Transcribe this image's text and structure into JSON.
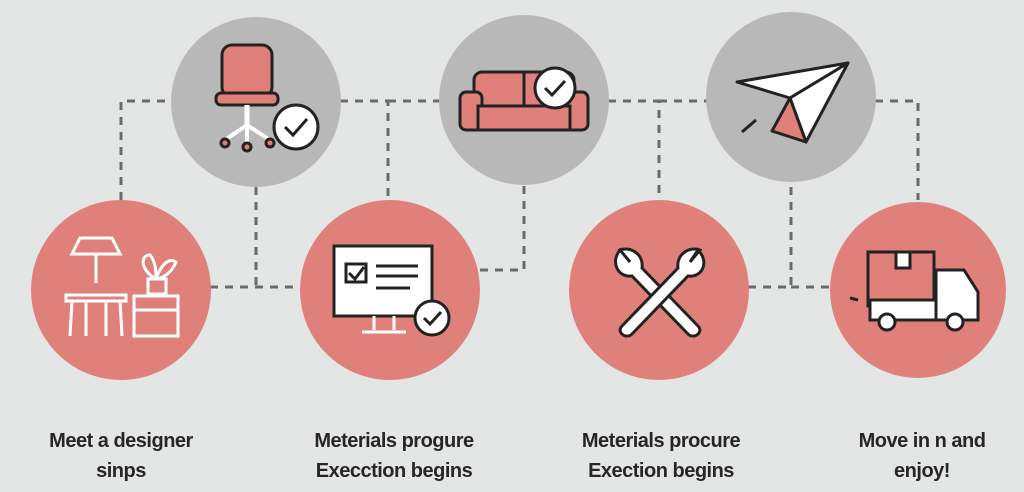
{
  "colors": {
    "background": "#e4e6e5",
    "pink": "#e0807b",
    "grey": "#b8b8b8",
    "line": "#6a6a6a"
  },
  "steps": [
    {
      "icon": "lamp-desk-plant-icon",
      "line1": "Meet a designer",
      "line2": "sinps"
    },
    {
      "icon": "monitor-checklist-icon",
      "line1": "Meterials progure",
      "line2": "Execction begins"
    },
    {
      "icon": "wrench-tools-icon",
      "line1": "Meterials procure",
      "line2": "Exection begins"
    },
    {
      "icon": "delivery-truck-icon",
      "line1": "Move in n and",
      "line2": "enjoy!"
    }
  ],
  "milestones": [
    {
      "icon": "office-chair-check-icon"
    },
    {
      "icon": "sofa-check-icon"
    },
    {
      "icon": "paper-plane-icon"
    }
  ]
}
